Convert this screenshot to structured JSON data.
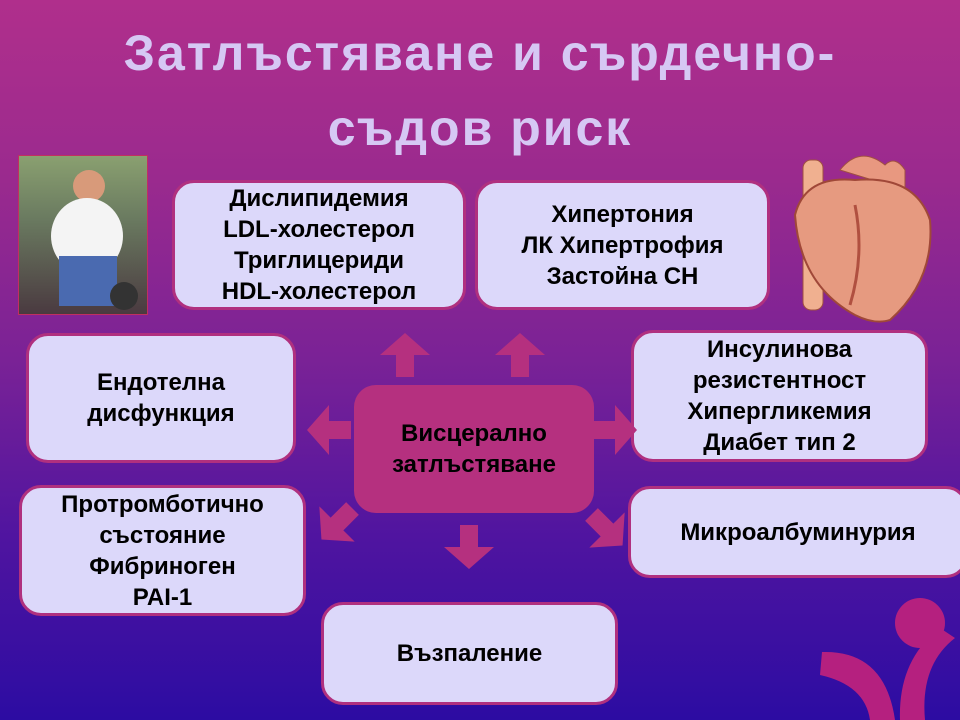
{
  "title": {
    "line1": "Затлъстяване и сърдечно-",
    "line2": "съдов риск"
  },
  "center": "Висцерално\nзатлъстяване",
  "boxes": {
    "dyslipidemia": "Дислипидемия\nLDL-холестерол\nТриглицериди\nHDL-холестерол",
    "hypertension": "Хипертония\nЛК Хипертрофия\nЗастойна СН",
    "endothelial": "Ендотелна\nдисфункция",
    "insulin": "Инсулинова\nрезистентност\nХипергликемия\nДиабет тип 2",
    "prothrombotic": "Протромботично\nсъстояние\nФибриноген\nPAI-1",
    "microalbuminuria": "Микроалбуминурия",
    "inflammation": "Възпаление"
  },
  "colors": {
    "accent": "#b5307f",
    "box": "#dcd8fa",
    "title": "#d6c8f4"
  }
}
